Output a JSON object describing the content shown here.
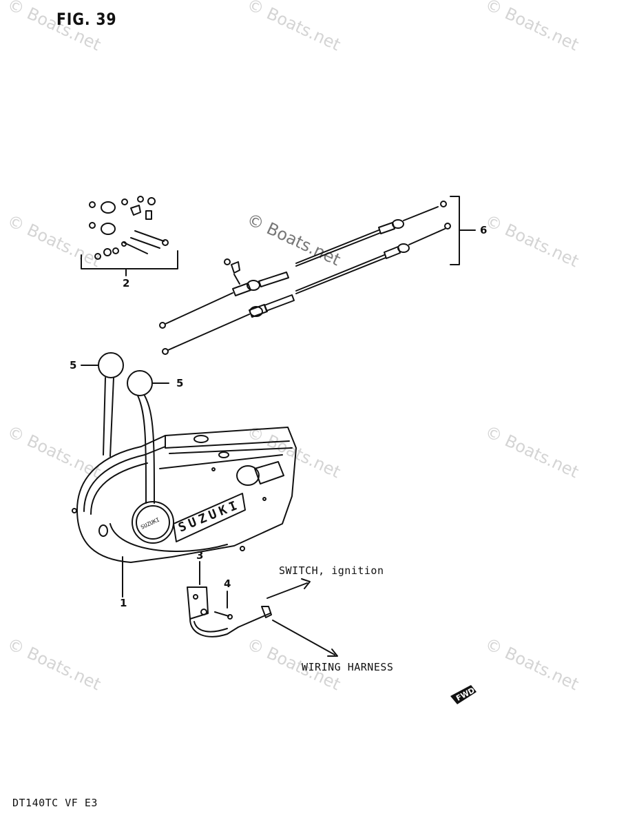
{
  "figure": {
    "title": "FIG. 39",
    "model_code": "DT140TC VF E3"
  },
  "callouts": {
    "part_1": "1",
    "part_2": "2",
    "part_3": "3",
    "part_4": "4",
    "part_5a": "5",
    "part_5b": "5",
    "part_6": "6"
  },
  "labels": {
    "switch_ignition": "SWITCH, ignition",
    "wiring_harness": "WIRING HARNESS",
    "fwd": "FWD",
    "brand_plate": "SUZUKI",
    "knob_emblem": "SUZUKI"
  },
  "watermark": {
    "text": "© Boats.net"
  }
}
